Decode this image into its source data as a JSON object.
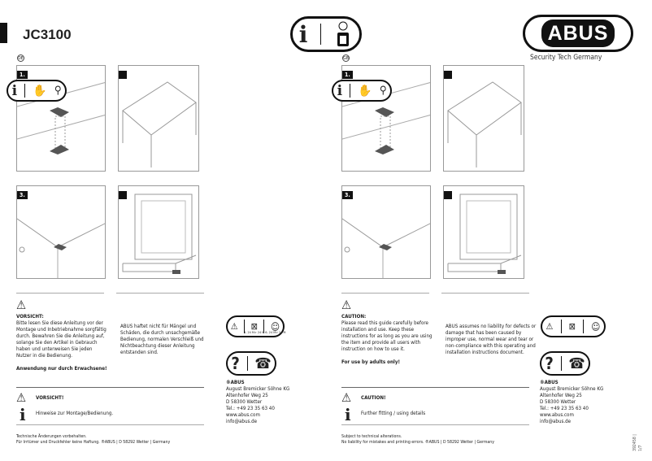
{
  "header": {
    "title": "JC3100",
    "brand": "ABUS",
    "tagline": "Security Tech Germany"
  },
  "de": {
    "lang": "DE",
    "steps": [
      "1.",
      "",
      "3.",
      ""
    ],
    "caution_title": "VORSICHT:",
    "caution_text": "Bitte lesen Sie diese Anleitung vor der Montage und Inbetriebnahme sorgfältig durch. Bewahren Sie die Anleitung auf, solange Sie den Artikel in Gebrauch haben und unterweisen Sie jeden Nutzer in die Bedienung.",
    "adults": "Anwendung nur durch Erwachsene!",
    "liability": "ABUS haftet nicht für Mängel und Schäden, die durch unsachgemäße Bedienung, normalen Verschleiß und Nichtbeachtung dieser Anleitung entstanden sind.",
    "legend_warning": "VORSICHT!",
    "legend_info": "Hinweise zur Montage/Bedienung.",
    "footer_1": "Technische Änderungen vorbehalten.",
    "footer_2": "Für Irrtümer und Druckfehler keine Haftung. ®ABUS | D 58292 Wetter | Germany",
    "age_label": "6- 24 M> 24 M 6- 24 M> 24 M"
  },
  "en": {
    "lang": "GB",
    "steps": [
      "1.",
      "",
      "3.",
      ""
    ],
    "caution_title": "CAUTION:",
    "caution_text": "Please read this guide carefully before installation and use. Keep these instructions for as long as you are using the item and provide all users with instruction on how to use it.",
    "adults": "For use by adults only!",
    "liability": "ABUS assumes no liability for defects or damage that has been caused by improper use, normal wear and tear or non-compliance with this operating and installation instructions document.",
    "legend_warning": "CAUTION!",
    "legend_info": "Further fitting / using details",
    "footer_1": "Subject to technical alterations.",
    "footer_2": "No liability for mistakes and printing errors. ®ABUS | D 58292 Wetter | Germany"
  },
  "contact": {
    "company": "®ABUS",
    "name": "August Bremicker Söhne KG",
    "street": "Altenhofer Weg 25",
    "city": "D 58300 Wetter",
    "tel": "Tel.: +49 23 35 63 40",
    "web": "www.abus.com",
    "email": "info@abus.de"
  },
  "doc_code": "392458 | 1/7",
  "icons": [
    "info-read-icon",
    "info-clean-icon",
    "warning-icon",
    "no-child-icon",
    "child-icon",
    "question-icon",
    "phone-icon"
  ]
}
